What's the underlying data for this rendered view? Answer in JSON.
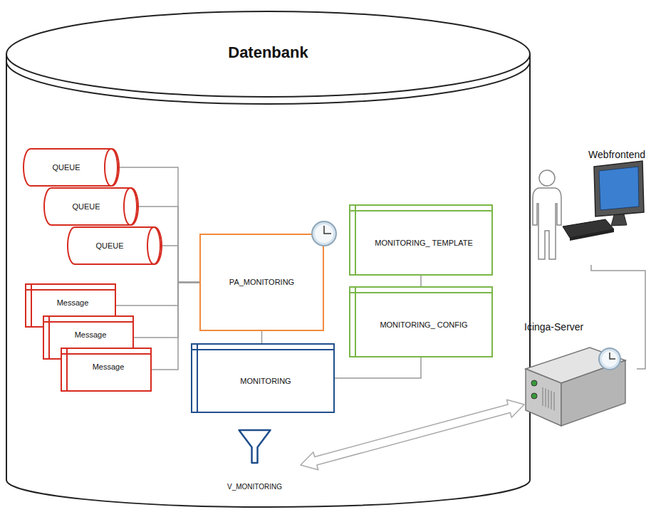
{
  "diagram": {
    "nodes": [
      {
        "text": [
          "Datenbank"
        ]
      },
      {
        "text": [
          "QUEUE"
        ],
        "in": 0
      },
      {
        "text": [
          "QUEUE"
        ],
        "in": 0
      },
      {
        "text": [
          "QUEUE"
        ],
        "in": 0
      },
      {
        "text": [
          "Message"
        ],
        "in": 0
      },
      {
        "text": [
          "Message"
        ],
        "in": 0
      },
      {
        "text": [
          "Message"
        ],
        "in": 0
      },
      {
        "text": [
          "PA_MONITORING"
        ],
        "in": 0
      },
      {
        "text": [
          "MONITORING_ TEMPLATE"
        ],
        "in": 0
      },
      {
        "text": [
          "MONITORING_ CONFIG"
        ],
        "in": 0
      },
      {
        "text": [
          "MONITORING"
        ],
        "in": 0
      },
      {
        "text": [
          "V_MONITORING"
        ],
        "in": 0
      },
      {
        "text": [
          "Webfrontend"
        ]
      },
      {
        "text": [
          "Icinga-Server"
        ]
      }
    ],
    "edges": [
      {
        "from": 1,
        "to": 7,
        "arrow": "none"
      },
      {
        "from": 2,
        "to": 7,
        "arrow": "none"
      },
      {
        "from": 3,
        "to": 7,
        "arrow": "none"
      },
      {
        "from": 4,
        "to": 7,
        "arrow": "none"
      },
      {
        "from": 5,
        "to": 7,
        "arrow": "none"
      },
      {
        "from": 6,
        "to": 7,
        "arrow": "none"
      },
      {
        "from": 7,
        "to": 10,
        "arrow": "none"
      },
      {
        "from": 8,
        "to": 9,
        "arrow": "none"
      },
      {
        "from": 9,
        "to": 10,
        "arrow": "none"
      },
      {
        "from": 12,
        "to": 13,
        "arrow": "none"
      },
      {
        "from": 11,
        "to": 13,
        "arrow": "both"
      }
    ]
  }
}
